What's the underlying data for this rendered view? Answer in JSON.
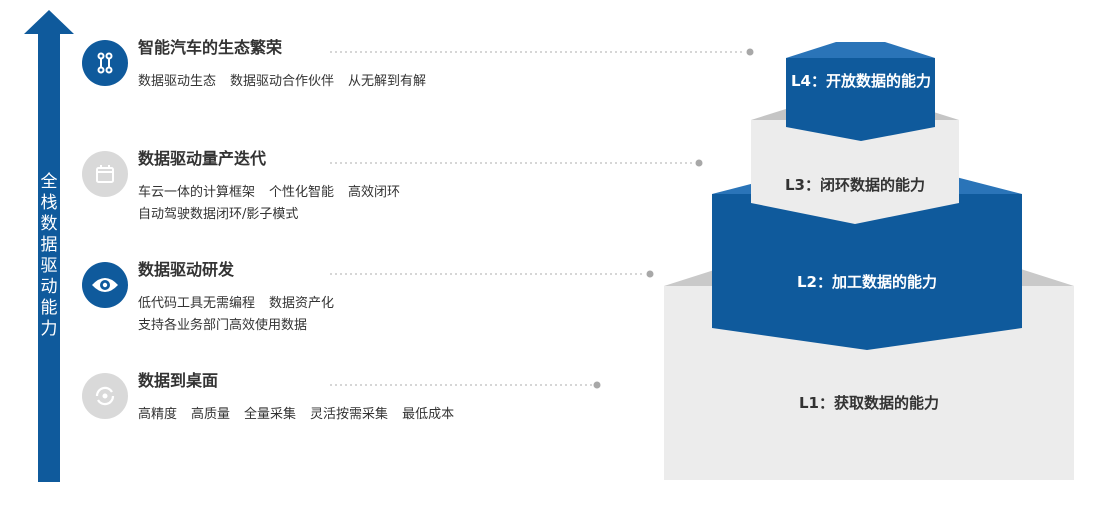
{
  "colors": {
    "accent": "#0f5a9c",
    "grey": "#dcdcdc"
  },
  "side_label": [
    "全",
    "栈",
    "数",
    "据",
    "驱",
    "动",
    "能",
    "力"
  ],
  "levels": [
    {
      "icon": "link-icon",
      "title": "智能汽车的生态繁荣",
      "lines": [
        [
          "数据驱动生态",
          "数据驱动合作伙伴",
          "从无解到有解"
        ]
      ]
    },
    {
      "icon": "calendar-icon",
      "title": "数据驱动量产迭代",
      "lines": [
        [
          "车云一体的计算框架",
          "个性化智能",
          "高效闭环"
        ],
        [
          "自动驾驶数据闭环/影子模式"
        ]
      ]
    },
    {
      "icon": "eye-icon",
      "title": "数据驱动研发",
      "lines": [
        [
          "低代码工具无需编程",
          "数据资产化"
        ],
        [
          "支持各业务部门高效使用数据"
        ]
      ]
    },
    {
      "icon": "refresh-icon",
      "title": "数据到桌面",
      "lines": [
        [
          "高精度",
          "高质量",
          "全量采集",
          "灵活按需采集",
          "最低成本"
        ]
      ]
    }
  ],
  "pyramid": {
    "l4": "L4：开放数据的能力",
    "l3": "L3：闭环数据的能力",
    "l2": "L2：加工数据的能力",
    "l1": "L1：获取数据的能力"
  }
}
